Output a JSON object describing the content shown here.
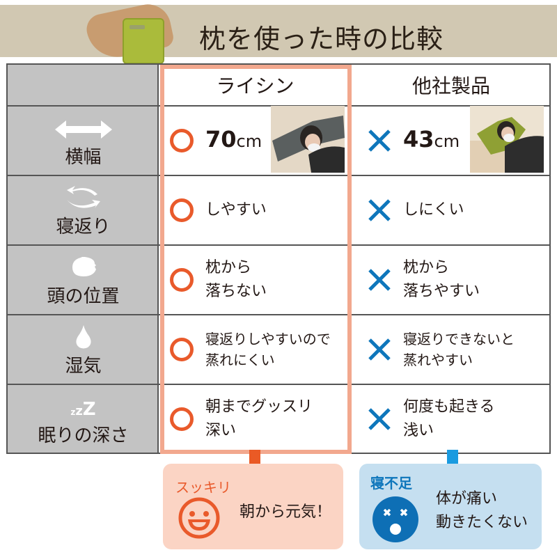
{
  "banner": {
    "title": "枕を使った時の比較",
    "image": "pillow-product-image"
  },
  "table": {
    "columns": [
      {
        "label": "",
        "kind": "criteria"
      },
      {
        "label": "ライシン",
        "kind": "ours",
        "highlight_color": "#f2a88e"
      },
      {
        "label": "他社製品",
        "kind": "competitor"
      }
    ],
    "rows": [
      {
        "criterion": "横幅",
        "icon": "double-arrow-icon",
        "ours": {
          "mark": "circle",
          "value": "70",
          "unit": "cm",
          "photo": "person-sleeping-on-gray-pillow"
        },
        "competitor": {
          "mark": "cross",
          "value": "43",
          "unit": "cm",
          "photo": "person-sleeping-on-green-pillow"
        }
      },
      {
        "criterion": "寝返り",
        "icon": "rotate-arrows-icon",
        "ours": {
          "mark": "circle",
          "lines": [
            "しやすい"
          ]
        },
        "competitor": {
          "mark": "cross",
          "lines": [
            "しにくい"
          ]
        }
      },
      {
        "criterion": "頭の位置",
        "icon": "head-icon",
        "ours": {
          "mark": "circle",
          "lines": [
            "枕から",
            "落ちない"
          ]
        },
        "competitor": {
          "mark": "cross",
          "lines": [
            "枕から",
            "落ちやすい"
          ]
        }
      },
      {
        "criterion": "湿気",
        "icon": "water-drop-icon",
        "ours": {
          "mark": "circle",
          "lines": [
            "寝返りしやすいので",
            "蒸れにくい"
          ]
        },
        "competitor": {
          "mark": "cross",
          "lines": [
            "寝返りできないと",
            "蒸れやすい"
          ]
        }
      },
      {
        "criterion": "眠りの深さ",
        "icon": "sleep-zzz-icon",
        "icon_text": "zzZ",
        "ours": {
          "mark": "circle",
          "lines": [
            "朝までグッスリ",
            "深い"
          ]
        },
        "competitor": {
          "mark": "cross",
          "lines": [
            "何度も起きる",
            "浅い"
          ]
        }
      }
    ]
  },
  "results": {
    "ours": {
      "tag": "スッキリ",
      "message": [
        "朝から元気！"
      ],
      "face": "smiley-face-icon",
      "color": "#e95a2b",
      "bg": "#fbd4c4"
    },
    "competitor": {
      "tag": "寝不足",
      "message": [
        "体が痛い",
        "動きたくない"
      ],
      "face": "dizzy-face-icon",
      "color": "#0e76bb",
      "bg": "#c5dff0"
    }
  },
  "colors": {
    "banner_bg": "#d1c8b2",
    "label_column_bg": "#c3c3c3",
    "circle_mark": "#e95a2b",
    "cross_mark": "#0e76bb",
    "arrow_orange": "#ea5a25",
    "arrow_blue": "#1a9be0",
    "border": "#555555"
  }
}
